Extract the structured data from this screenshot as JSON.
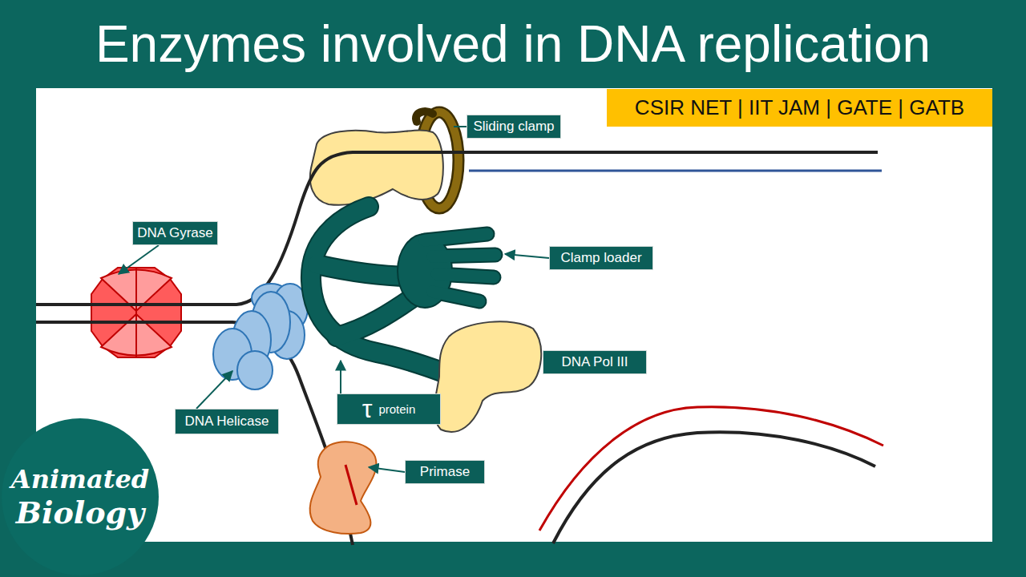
{
  "diagram": {
    "title": "Enzymes involved in DNA replication",
    "nodes": [
      {
        "text": [
          "CSIR NET | IIT JAM | GATE | GATB"
        ]
      },
      {
        "text": [
          "Sliding clamp"
        ]
      },
      {
        "text": [
          "DNA Gyrase"
        ]
      },
      {
        "text": [
          "Clamp loader"
        ]
      },
      {
        "text": [
          "DNA Pol III"
        ]
      },
      {
        "text": [
          "τ",
          "protein"
        ]
      },
      {
        "text": [
          "DNA Helicase"
        ]
      },
      {
        "text": [
          "Primase"
        ]
      },
      {
        "text": [
          "Animated",
          "Biology"
        ]
      }
    ]
  }
}
